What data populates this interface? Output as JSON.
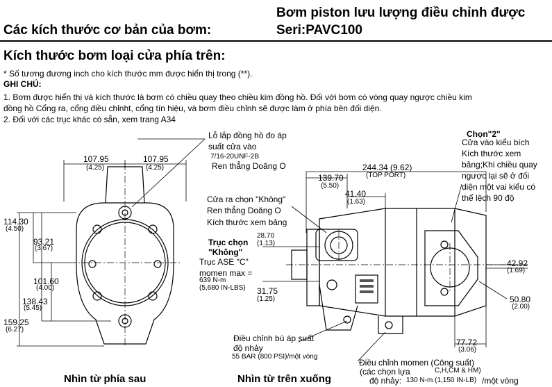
{
  "header": {
    "left_title": "Các kích thước cơ bản của bơm:",
    "right_title_1": "Bơm piston lưu lượng điều chỉnh được",
    "right_title_2": "Seri:PAVC100"
  },
  "section_title": "Kích thước bơm loại cửa phía trên:",
  "notes": {
    "inch_note": "* Số tương đương inch cho kích thước mm được hiển thị trong (**).",
    "ghi_chu": "GHI CHÚ:",
    "note1_line1": "1. Bơm được hiển thị và kích thước là bơm có chiều quay theo chiều kim đồng hồ. Đối với bơm có vòng quay ngược chiều kim",
    "note1_line2": "đồng hồ Cổng ra, cổng điều chỉnht, cổng tín hiệu, và bơm điều chỉnh sẽ được làm ở phía bên đối diện.",
    "note2": "2. Đối với các trục khác có sẵn, xem trang A34"
  },
  "rear_view": {
    "caption": "Nhìn từ phía sau",
    "dim_left_top_mm": "107.95",
    "dim_left_top_in": "(4.25)",
    "dim_right_top_mm": "107.95",
    "dim_right_top_in": "(4.25)",
    "dim_114_mm": "114.30",
    "dim_114_in": "(4.50)",
    "dim_93_mm": "93.21",
    "dim_93_in": "(3.67)",
    "dim_101_mm": "101.60",
    "dim_101_in": "(4.00)",
    "dim_138_mm": "138.43",
    "dim_138_in": "(5.45)",
    "dim_159_mm": "159.25",
    "dim_159_in": "(6.27)",
    "gauge_port_1": "Lỗ lắp đồng hồ đo áp",
    "gauge_port_2": "suất cửa vào",
    "gauge_port_3": "7/16-20UNF-2B",
    "gauge_port_4": "Ren thẳng Doăng O"
  },
  "top_view": {
    "caption": "Nhìn từ trên xuống",
    "dim_244_mm": "244.34 (9.62)",
    "dim_244_note": "(TOP PORT)",
    "dim_139_mm": "139.70",
    "dim_139_in": "(5.50)",
    "dim_41_mm": "41.40",
    "dim_41_in": "(1.63)",
    "outlet_1": "Cửa ra chọn \"Không\"",
    "outlet_2": "Ren thẳng Doăng O",
    "outlet_3": "Kích thước xem  bảng",
    "dim_28_mm": "28.70",
    "dim_28_in": "(1.13)",
    "shaft_1": "Trục chọn",
    "shaft_2": "\"Không\"",
    "shaft_3": "Trục ASE \"C\"",
    "shaft_4": "momen max =",
    "shaft_5": "639 N-m",
    "shaft_6": "(5,680 IN-LBS)",
    "dim_31_mm": "31.75",
    "dim_31_in": "(1.25)",
    "comp_1": "Điều chỉnh bù áp suất",
    "comp_2": "độ nhảy",
    "comp_3": "55 BAR (800 PSI)/một vòng",
    "torque_1": "Điều chỉnh momen (Công suất)",
    "torque_2": "(các chọn lựa",
    "torque_2b": "C,H,CM & HM)",
    "torque_3": "độ nhảy:",
    "torque_3b": "130 N-m (1,150 IN-LB)",
    "torque_3c": "/một vòng",
    "dim_77_mm": "77.72",
    "dim_77_in": "(3.06)",
    "dim_42_mm": "42.92",
    "dim_42_in": "(1.69)",
    "dim_50_mm": "50.80",
    "dim_50_in": "(2.00)",
    "option2_title": "Chọn\"2\"",
    "option2_1": "Cửa vào kiểu bích",
    "option2_2": "Kích thước xem",
    "option2_3": "bảng;Khi chiều quay",
    "option2_4": "ngược lại sẽ ở đối",
    "option2_5": "diện một vai kiểu có",
    "option2_6": "thể lệch 90 độ"
  }
}
